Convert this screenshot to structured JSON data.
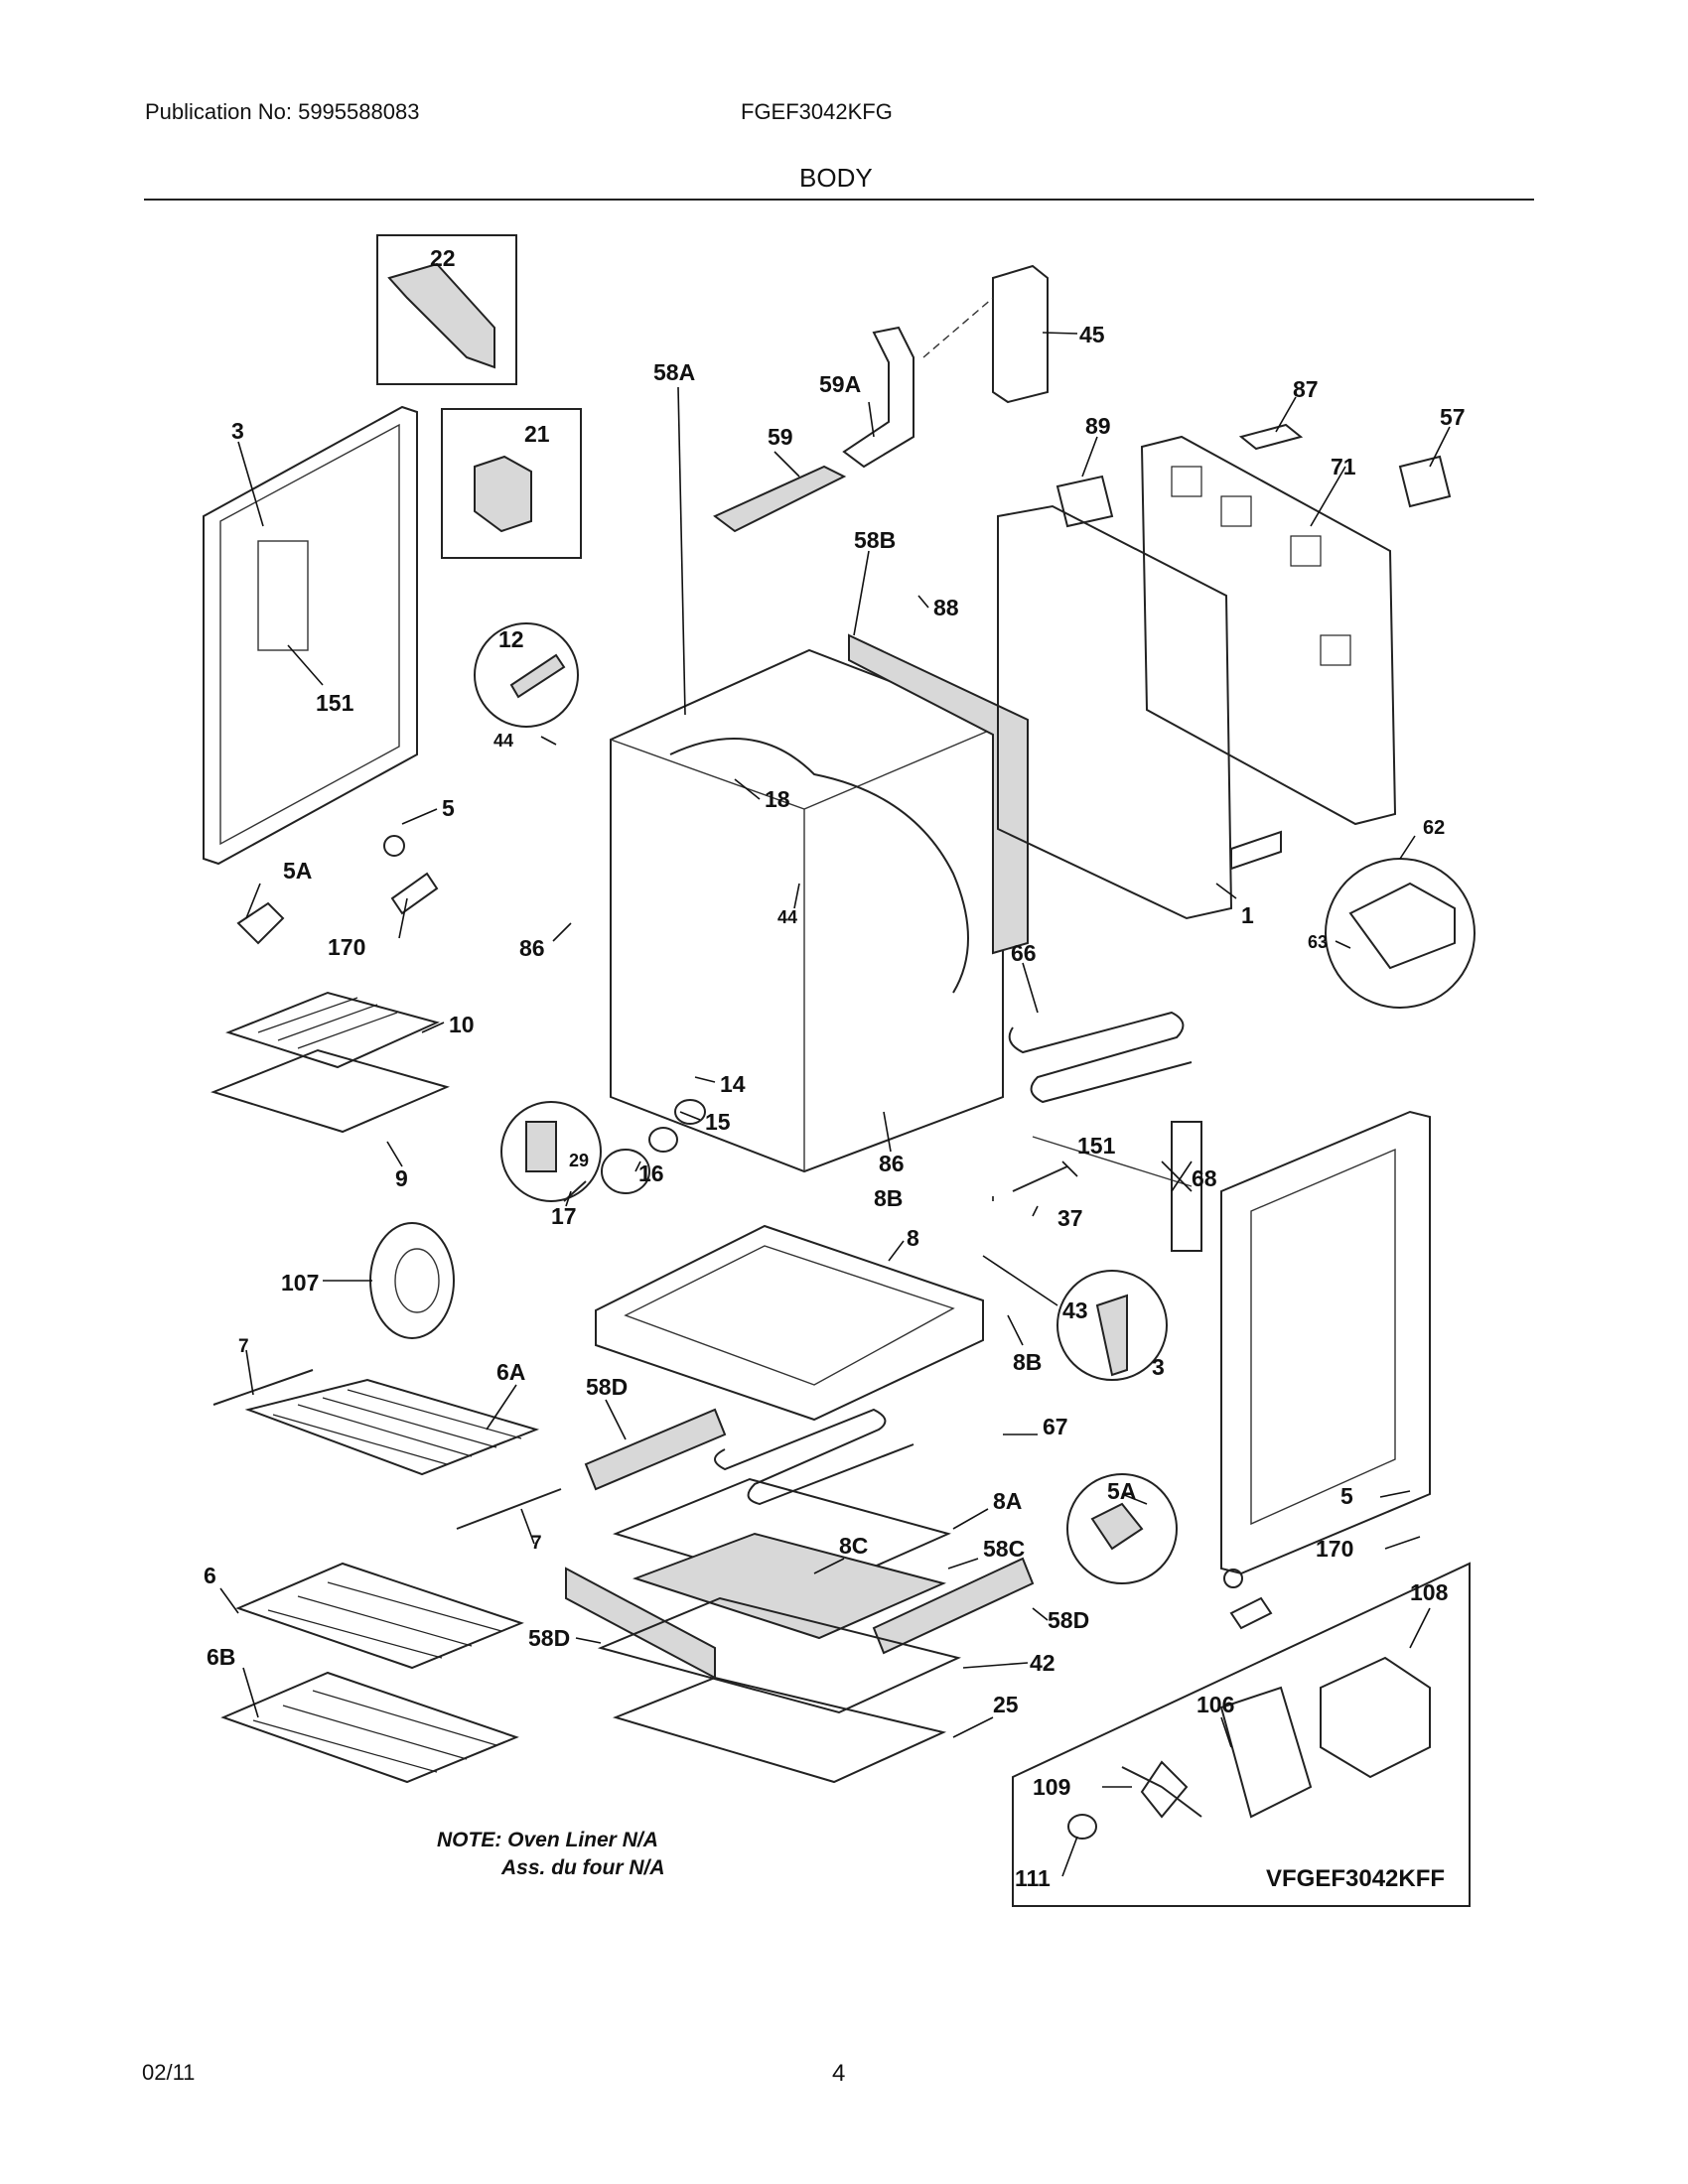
{
  "header": {
    "publication": "Publication No: 5995588083",
    "model": "FGEF3042KFG",
    "section": "BODY"
  },
  "footer": {
    "date": "02/11",
    "page_number": "4"
  },
  "callouts": [
    "22",
    "45",
    "59A",
    "21",
    "3",
    "59",
    "89",
    "87",
    "57",
    "71",
    "58B",
    "88",
    "12",
    "58A",
    "151",
    "44",
    "18",
    "5",
    "62",
    "5A",
    "44",
    "86",
    "170",
    "1",
    "63",
    "66",
    "10",
    "29",
    "14",
    "15",
    "86",
    "68",
    "9",
    "16",
    "17",
    "8B",
    "151",
    "37",
    "8",
    "107",
    "43",
    "7",
    "6A",
    "58D",
    "8B",
    "3",
    "67",
    "7",
    "5A",
    "8A",
    "8C",
    "58C",
    "5",
    "6",
    "170",
    "58D",
    "58D",
    "108",
    "42",
    "6B",
    "25",
    "106",
    "109",
    "111"
  ],
  "note": {
    "line1": "NOTE: Oven Liner N/A",
    "line2": "Ass. du four N/A"
  },
  "variant_label": "VFGEF3042KFF"
}
